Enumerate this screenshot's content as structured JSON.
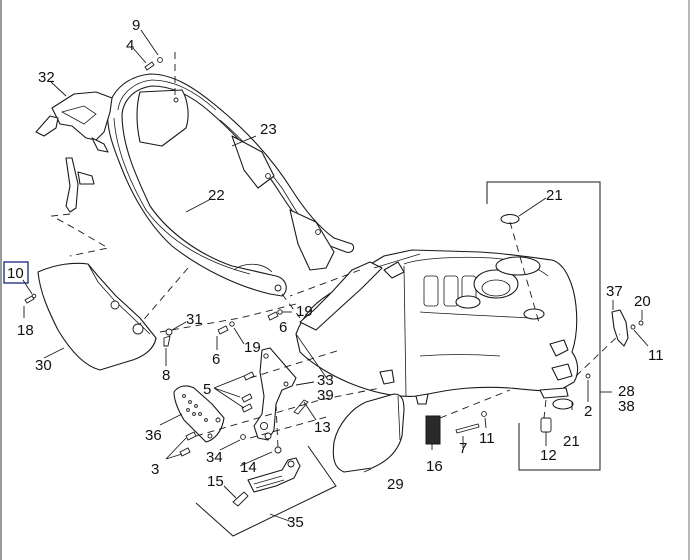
{
  "diagram": {
    "title": "Frame, fuel tank and rear subframe exploded view",
    "selected_callout": "10",
    "highlight_color": "#1a237e",
    "callouts": [
      {
        "id": "c9",
        "text": "9"
      },
      {
        "id": "c4",
        "text": "4"
      },
      {
        "id": "c32",
        "text": "32"
      },
      {
        "id": "c23",
        "text": "23"
      },
      {
        "id": "c22",
        "text": "22"
      },
      {
        "id": "c10",
        "text": "10"
      },
      {
        "id": "c18",
        "text": "18"
      },
      {
        "id": "c30",
        "text": "30"
      },
      {
        "id": "c31",
        "text": "31"
      },
      {
        "id": "c8",
        "text": "8"
      },
      {
        "id": "c6a",
        "text": "6"
      },
      {
        "id": "c19a",
        "text": "19"
      },
      {
        "id": "c19b",
        "text": "19"
      },
      {
        "id": "c6b",
        "text": "6"
      },
      {
        "id": "c5",
        "text": "5"
      },
      {
        "id": "c33",
        "text": "33"
      },
      {
        "id": "c39",
        "text": "39"
      },
      {
        "id": "c36",
        "text": "36"
      },
      {
        "id": "c13",
        "text": "13"
      },
      {
        "id": "c3",
        "text": "3"
      },
      {
        "id": "c34",
        "text": "34"
      },
      {
        "id": "c14",
        "text": "14"
      },
      {
        "id": "c15",
        "text": "15"
      },
      {
        "id": "c35",
        "text": "35"
      },
      {
        "id": "c29",
        "text": "29"
      },
      {
        "id": "c16",
        "text": "16"
      },
      {
        "id": "c7",
        "text": "7"
      },
      {
        "id": "c11a",
        "text": "11"
      },
      {
        "id": "c12",
        "text": "12"
      },
      {
        "id": "c21a",
        "text": "21"
      },
      {
        "id": "c21b",
        "text": "21"
      },
      {
        "id": "c2",
        "text": "2"
      },
      {
        "id": "c28",
        "text": "28"
      },
      {
        "id": "c38",
        "text": "38"
      },
      {
        "id": "c37",
        "text": "37"
      },
      {
        "id": "c20",
        "text": "20"
      },
      {
        "id": "c11b",
        "text": "11"
      }
    ]
  }
}
